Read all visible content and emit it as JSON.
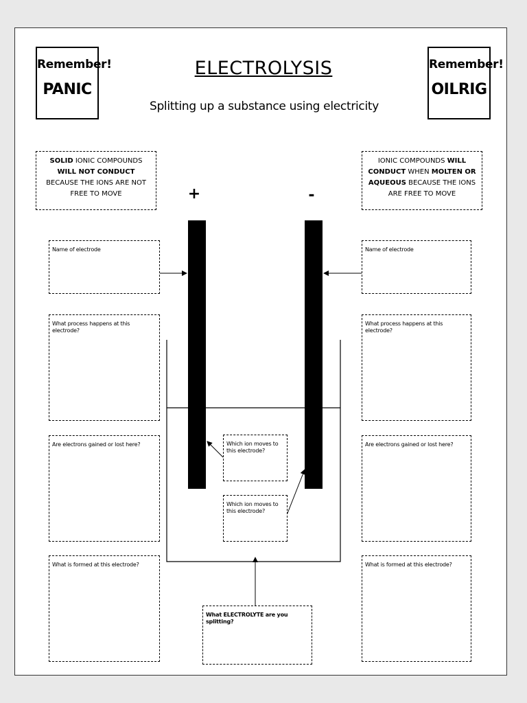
{
  "header": {
    "title": "ELECTROLYSIS",
    "subtitle": "Splitting up a substance using electricity"
  },
  "remember_left": {
    "label": "Remember!",
    "word": "PANIC"
  },
  "remember_right": {
    "label": "Remember!",
    "word": "OILRIG"
  },
  "facts": {
    "left": {
      "bold_1": "SOLID",
      "text_1": " IONIC COMPOUNDS ",
      "bold_2": "WILL NOT CONDUCT",
      "text_2": " BECAUSE THE IONS ARE NOT FREE TO MOVE"
    },
    "right": {
      "text_1": "IONIC COMPOUNDS ",
      "bold_1": "WILL CONDUCT",
      "text_2": " WHEN ",
      "bold_2": "MOLTEN OR AQUEOUS",
      "text_3": " BECAUSE THE IONS ARE FREE TO MOVE"
    }
  },
  "signs": {
    "positive": "+",
    "negative": "-"
  },
  "left_boxes": {
    "name": "Name of electrode",
    "process": "What process happens at this electrode?",
    "electrons": "Are electrons gained or lost here?",
    "formed": "What is formed at this electrode?"
  },
  "right_boxes": {
    "name": "Name of electrode",
    "process": "What process happens at this electrode?",
    "electrons": "Are electrons gained or lost here?",
    "formed": "What is formed at this electrode?"
  },
  "center_boxes": {
    "ion_anode": "Which ion moves to this electrode?",
    "ion_cathode": "Which ion moves to this electrode?",
    "electrolyte": "What ELECTROLYTE are you splitting?"
  }
}
